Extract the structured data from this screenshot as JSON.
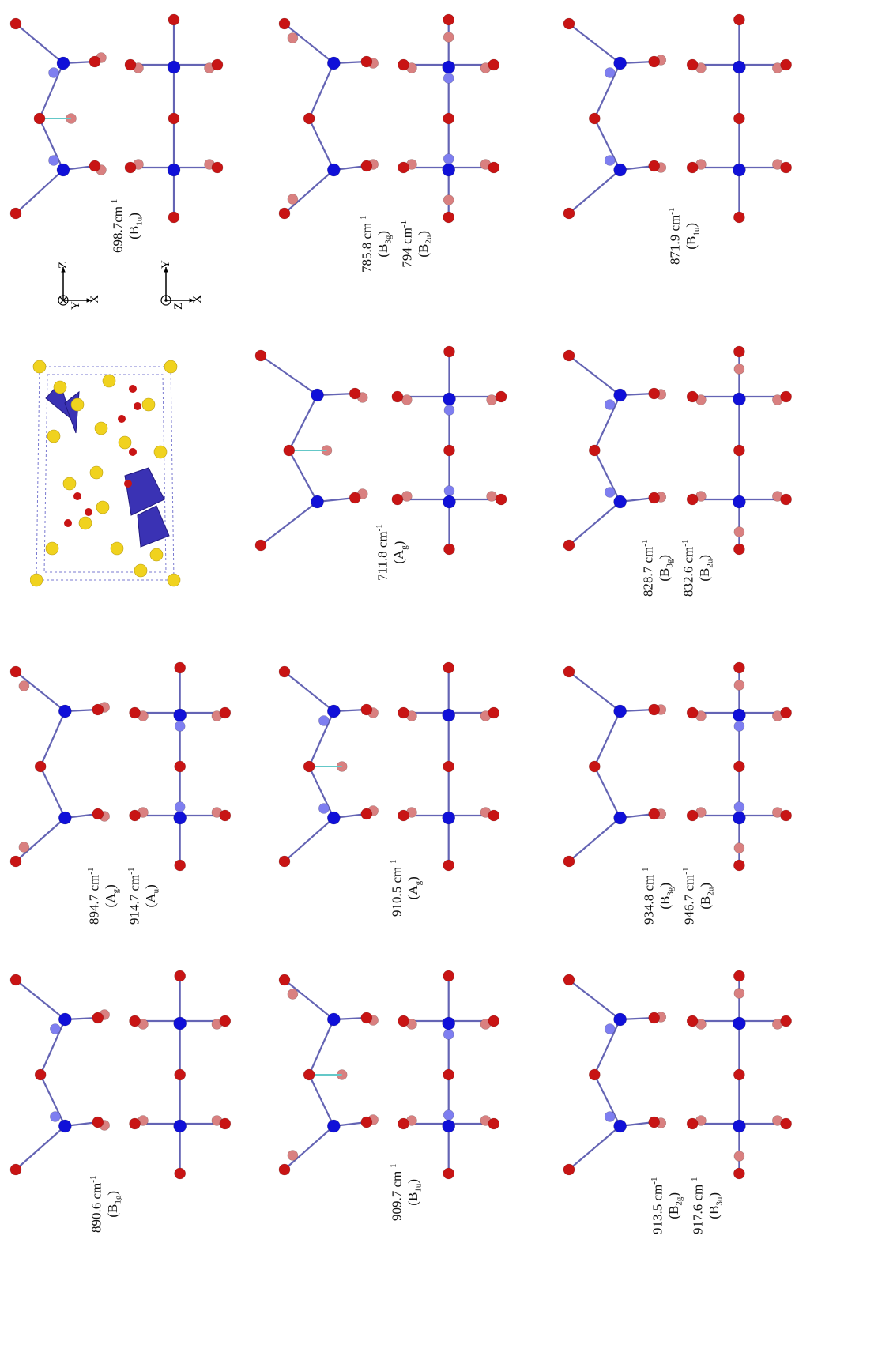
{
  "figure": {
    "structure_view": {
      "label": "unit-cell-structure"
    },
    "axes": {
      "upper": {
        "up": "Z",
        "right": "X",
        "into": "Y",
        "into_symbol": "⊗"
      },
      "lower": {
        "up": "Y",
        "right": "X",
        "out": "Z",
        "out_symbol": "⊙"
      }
    },
    "modes": [
      {
        "id": "m1",
        "caption": [
          {
            "t": "698.7cm",
            "sup": "-1"
          },
          {
            "t": "(B",
            "sub": "1u",
            "close": ")"
          }
        ]
      },
      {
        "id": "m2",
        "caption": [
          {
            "t": "785.8 cm",
            "sup": "-1"
          },
          {
            "t": "(B",
            "sub": "3g",
            "close": ")"
          },
          {
            "t": "794 cm",
            "sup": "-1"
          },
          {
            "t": "(B",
            "sub": "2u",
            "close": ")"
          }
        ]
      },
      {
        "id": "m3",
        "caption": [
          {
            "t": "871.9 cm",
            "sup": "-1"
          },
          {
            "t": "(B",
            "sub": "1u",
            "close": ")"
          }
        ]
      },
      {
        "id": "m4",
        "caption": [
          {
            "t": "711.8 cm",
            "sup": "-1"
          },
          {
            "t": "(A",
            "sub": "g",
            "close": ")"
          }
        ]
      },
      {
        "id": "m5",
        "caption": [
          {
            "t": "828.7 cm",
            "sup": "-1"
          },
          {
            "t": "(B",
            "sub": "3g",
            "close": ")"
          },
          {
            "t": "832.6 cm",
            "sup": "-1"
          },
          {
            "t": "(B",
            "sub": "2u",
            "close": ")"
          }
        ]
      },
      {
        "id": "m6",
        "caption": [
          {
            "t": "894.7 cm",
            "sup": "-1"
          },
          {
            "t": "(A",
            "sub": "g",
            "close": ")"
          },
          {
            "t": "914.7 cm",
            "sup": "-1"
          },
          {
            "t": "(A",
            "sub": "u",
            "close": ")"
          }
        ]
      },
      {
        "id": "m7",
        "caption": [
          {
            "t": "910.5 cm",
            "sup": "-1"
          },
          {
            "t": "(A",
            "sub": "g",
            "close": ")"
          }
        ]
      },
      {
        "id": "m8",
        "caption": [
          {
            "t": "934.8 cm",
            "sup": "-1"
          },
          {
            "t": "(B",
            "sub": "3g",
            "close": ")"
          },
          {
            "t": "946.7 cm",
            "sup": "-1"
          },
          {
            "t": "(B",
            "sub": "2u",
            "close": ")"
          }
        ]
      },
      {
        "id": "m9",
        "caption": [
          {
            "t": "890.6 cm",
            "sup": "-1"
          },
          {
            "t": "(B",
            "sub": "1g",
            "close": ")"
          }
        ]
      },
      {
        "id": "m10",
        "caption": [
          {
            "t": "909.7 cm",
            "sup": "-1"
          },
          {
            "t": "(B",
            "sub": "1u",
            "close": ")"
          }
        ]
      },
      {
        "id": "m11",
        "caption": [
          {
            "t": "913.5 cm",
            "sup": "-1"
          },
          {
            "t": "(B",
            "sub": "2g",
            "close": ")"
          },
          {
            "t": "917.6 cm",
            "sup": "-1"
          },
          {
            "t": "(B",
            "sub": "3u",
            "close": ")"
          }
        ]
      }
    ],
    "colors": {
      "oxygen": "#c81414",
      "oxygen_displaced": "#d98080",
      "tungsten": "#1010d8",
      "tungsten_displaced": "#7e7ef0",
      "bond": "#6464b4",
      "displacement": "#64c8c8",
      "cation": "#f0d21e",
      "polyhedron": "#3a32b4"
    }
  }
}
